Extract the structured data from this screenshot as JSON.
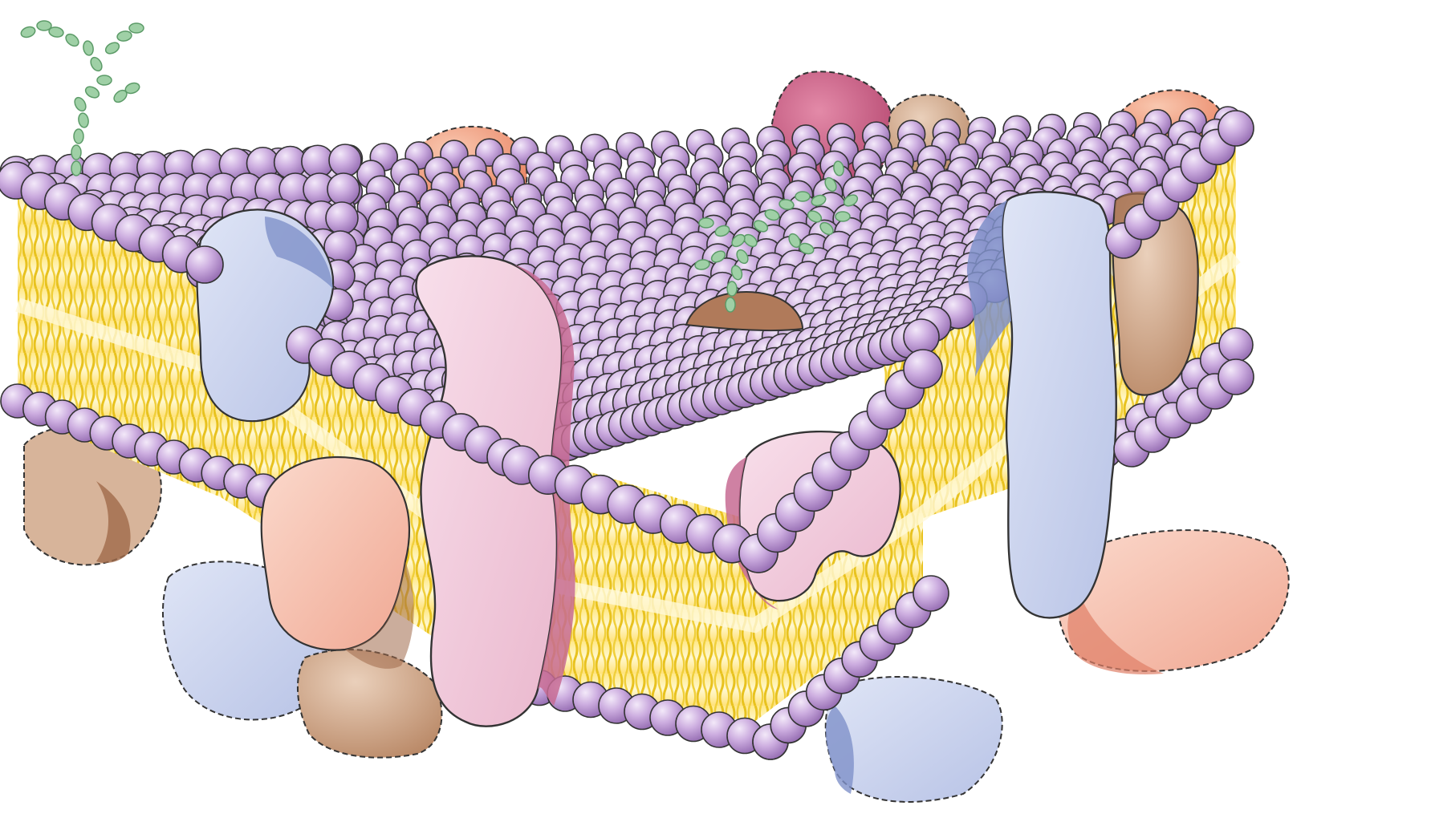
{
  "diagram": {
    "subject": "phospholipid-bilayer-fluid-mosaic",
    "colors": {
      "head_fill": "#c9a6dc",
      "head_highlight": "#eedff6",
      "head_shadow": "#9b73b8",
      "tail_core": "#fff3b0",
      "tail_stripe": "#efcb2e",
      "protein_blue": "#c9d2ec",
      "protein_blue_dark": "#7f91c9",
      "protein_pink": "#f2cfe0",
      "protein_pink_dark": "#c76b93",
      "protein_peach": "#f6c7b8",
      "protein_peach_dark": "#e07f66",
      "protein_tan": "#d7b49a",
      "protein_brown": "#a06a4a",
      "protein_magenta": "#c45a7e",
      "glyco_green": "#9fd0a6",
      "glyco_green_dark": "#5c9b68",
      "outline": "#333333"
    },
    "components": [
      "phospholipid-heads",
      "fatty-acid-tails",
      "integral-proteins",
      "peripheral-proteins",
      "glycoproteins",
      "glycolipid"
    ]
  }
}
